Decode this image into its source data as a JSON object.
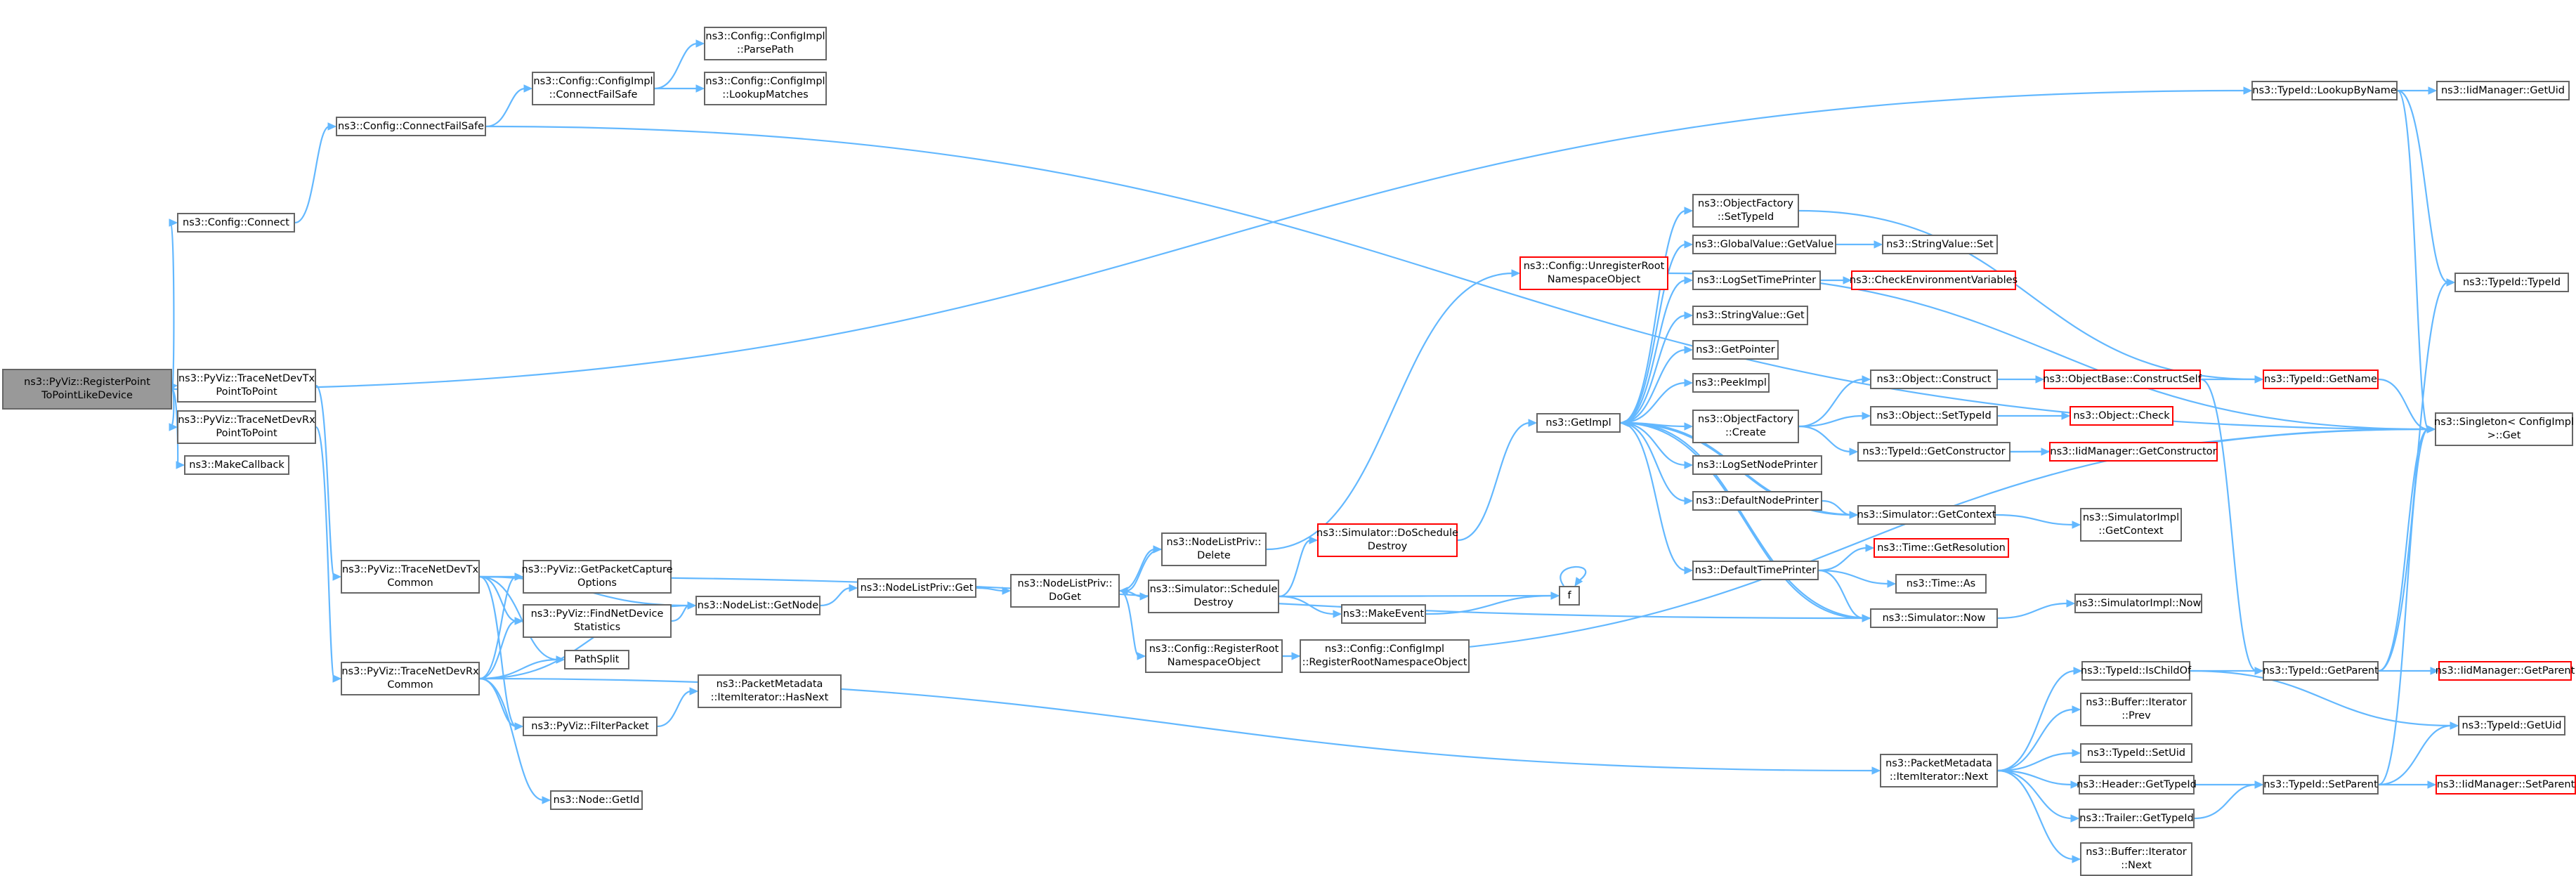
{
  "graph": {
    "edge_color": "#63b8ff",
    "node_border_color": "#666666",
    "truncated_border_color": "#ff0000",
    "current_node_fill": "#999999",
    "nodes": [
      {
        "id": "root",
        "label": "ns3::PyViz::RegisterPoint\nToPointLikeDevice",
        "kind": "current"
      },
      {
        "id": "cfg_connect",
        "label": "ns3::Config::Connect",
        "kind": "normal"
      },
      {
        "id": "cfg_cfs",
        "label": "ns3::Config::ConnectFailSafe",
        "kind": "normal"
      },
      {
        "id": "impl_cfs",
        "label": "ns3::Config::ConfigImpl\n::ConnectFailSafe",
        "kind": "normal"
      },
      {
        "id": "impl_parse",
        "label": "ns3::Config::ConfigImpl\n::ParsePath",
        "kind": "normal"
      },
      {
        "id": "impl_lookup",
        "label": "ns3::Config::ConfigImpl\n::LookupMatches",
        "kind": "normal"
      },
      {
        "id": "tid_lookup",
        "label": "ns3::TypeId::LookupByName",
        "kind": "normal"
      },
      {
        "id": "iidm_getuid",
        "label": "ns3::IidManager::GetUid",
        "kind": "normal"
      },
      {
        "id": "tid_typeid",
        "label": "ns3::TypeId::TypeId",
        "kind": "normal"
      },
      {
        "id": "singleton",
        "label": "ns3::Singleton< ConfigImpl\n>::Get",
        "kind": "normal"
      },
      {
        "id": "tx_p2p",
        "label": "ns3::PyViz::TraceNetDevTx\nPointToPoint",
        "kind": "normal"
      },
      {
        "id": "rx_p2p",
        "label": "ns3::PyViz::TraceNetDevRx\nPointToPoint",
        "kind": "normal"
      },
      {
        "id": "makecb",
        "label": "ns3::MakeCallback",
        "kind": "normal"
      },
      {
        "id": "tx_common",
        "label": "ns3::PyViz::TraceNetDevTx\nCommon",
        "kind": "normal"
      },
      {
        "id": "rx_common",
        "label": "ns3::PyViz::TraceNetDevRx\nCommon",
        "kind": "normal"
      },
      {
        "id": "gpco",
        "label": "ns3::PyViz::GetPacketCapture\nOptions",
        "kind": "normal"
      },
      {
        "id": "fnds",
        "label": "ns3::PyViz::FindNetDevice\nStatistics",
        "kind": "normal"
      },
      {
        "id": "pathsplit",
        "label": "PathSplit",
        "kind": "normal"
      },
      {
        "id": "filter",
        "label": "ns3::PyViz::FilterPacket",
        "kind": "normal"
      },
      {
        "id": "node_getid",
        "label": "ns3::Node::GetId",
        "kind": "normal"
      },
      {
        "id": "nl_getnode",
        "label": "ns3::NodeList::GetNode",
        "kind": "normal"
      },
      {
        "id": "nlp_get",
        "label": "ns3::NodeListPriv::Get",
        "kind": "normal"
      },
      {
        "id": "nlp_doget",
        "label": "ns3::NodeListPriv::\nDoGet",
        "kind": "normal"
      },
      {
        "id": "nlp_delete",
        "label": "ns3::NodeListPriv::\nDelete",
        "kind": "normal"
      },
      {
        "id": "sim_sched_destroy",
        "label": "ns3::Simulator::Schedule\nDestroy",
        "kind": "normal"
      },
      {
        "id": "cfg_regroot",
        "label": "ns3::Config::RegisterRoot\nNamespaceObject",
        "kind": "normal"
      },
      {
        "id": "impl_regroot",
        "label": "ns3::Config::ConfigImpl\n::RegisterRootNamespaceObject",
        "kind": "normal"
      },
      {
        "id": "pm_hasnext",
        "label": "ns3::PacketMetadata\n::ItemIterator::HasNext",
        "kind": "normal"
      },
      {
        "id": "sim_dosched_destroy",
        "label": "ns3::Simulator::DoSchedule\nDestroy",
        "kind": "truncated"
      },
      {
        "id": "cfg_unreg",
        "label": "ns3::Config::UnregisterRoot\nNamespaceObject",
        "kind": "truncated"
      },
      {
        "id": "makeevent",
        "label": "ns3::MakeEvent",
        "kind": "normal"
      },
      {
        "id": "f",
        "label": "f",
        "kind": "normal"
      },
      {
        "id": "getimpl",
        "label": "ns3::GetImpl",
        "kind": "normal"
      },
      {
        "id": "of_settypeid",
        "label": "ns3::ObjectFactory\n::SetTypeId",
        "kind": "normal"
      },
      {
        "id": "gv_getvalue",
        "label": "ns3::GlobalValue::GetValue",
        "kind": "normal"
      },
      {
        "id": "sv_set",
        "label": "ns3::StringValue::Set",
        "kind": "normal"
      },
      {
        "id": "logsettime",
        "label": "ns3::LogSetTimePrinter",
        "kind": "normal"
      },
      {
        "id": "checkenv",
        "label": "ns3::CheckEnvironmentVariables",
        "kind": "truncated"
      },
      {
        "id": "sv_get",
        "label": "ns3::StringValue::Get",
        "kind": "normal"
      },
      {
        "id": "getpointer",
        "label": "ns3::GetPointer",
        "kind": "normal"
      },
      {
        "id": "peekimpl",
        "label": "ns3::PeekImpl",
        "kind": "normal"
      },
      {
        "id": "of_create",
        "label": "ns3::ObjectFactory\n::Create",
        "kind": "normal"
      },
      {
        "id": "logsetnode",
        "label": "ns3::LogSetNodePrinter",
        "kind": "normal"
      },
      {
        "id": "defnode",
        "label": "ns3::DefaultNodePrinter",
        "kind": "normal"
      },
      {
        "id": "deftime",
        "label": "ns3::DefaultTimePrinter",
        "kind": "normal"
      },
      {
        "id": "obj_construct",
        "label": "ns3::Object::Construct",
        "kind": "normal"
      },
      {
        "id": "ob_constructself",
        "label": "ns3::ObjectBase::ConstructSelf",
        "kind": "truncated"
      },
      {
        "id": "tid_getname",
        "label": "ns3::TypeId::GetName",
        "kind": "truncated"
      },
      {
        "id": "obj_settypeid",
        "label": "ns3::Object::SetTypeId",
        "kind": "normal"
      },
      {
        "id": "obj_check",
        "label": "ns3::Object::Check",
        "kind": "truncated"
      },
      {
        "id": "tid_getctor",
        "label": "ns3::TypeId::GetConstructor",
        "kind": "normal"
      },
      {
        "id": "iidm_getctor",
        "label": "ns3::IidManager::GetConstructor",
        "kind": "truncated"
      },
      {
        "id": "sim_getctx",
        "label": "ns3::Simulator::GetContext",
        "kind": "normal"
      },
      {
        "id": "simimpl_getctx",
        "label": "ns3::SimulatorImpl\n::GetContext",
        "kind": "normal"
      },
      {
        "id": "time_getres",
        "label": "ns3::Time::GetResolution",
        "kind": "truncated"
      },
      {
        "id": "time_as",
        "label": "ns3::Time::As",
        "kind": "normal"
      },
      {
        "id": "sim_now",
        "label": "ns3::Simulator::Now",
        "kind": "normal"
      },
      {
        "id": "simimpl_now",
        "label": "ns3::SimulatorImpl::Now",
        "kind": "normal"
      },
      {
        "id": "tid_ischildof",
        "label": "ns3::TypeId::IsChildOf",
        "kind": "normal"
      },
      {
        "id": "tid_getparent",
        "label": "ns3::TypeId::GetParent",
        "kind": "normal"
      },
      {
        "id": "iidm_getparent",
        "label": "ns3::IidManager::GetParent",
        "kind": "truncated"
      },
      {
        "id": "buf_prev",
        "label": "ns3::Buffer::Iterator\n::Prev",
        "kind": "normal"
      },
      {
        "id": "tid_getuid",
        "label": "ns3::TypeId::GetUid",
        "kind": "normal"
      },
      {
        "id": "tid_setuid",
        "label": "ns3::TypeId::SetUid",
        "kind": "normal"
      },
      {
        "id": "pm_next",
        "label": "ns3::PacketMetadata\n::ItemIterator::Next",
        "kind": "normal"
      },
      {
        "id": "hdr_gettid",
        "label": "ns3::Header::GetTypeId",
        "kind": "normal"
      },
      {
        "id": "tid_setparent",
        "label": "ns3::TypeId::SetParent",
        "kind": "normal"
      },
      {
        "id": "iidm_setparent",
        "label": "ns3::IidManager::SetParent",
        "kind": "truncated"
      },
      {
        "id": "trl_gettid",
        "label": "ns3::Trailer::GetTypeId",
        "kind": "normal"
      },
      {
        "id": "buf_next",
        "label": "ns3::Buffer::Iterator\n::Next",
        "kind": "normal"
      }
    ],
    "edges": [
      [
        "root",
        "tid_lookup"
      ],
      [
        "root",
        "cfg_connect"
      ],
      [
        "root",
        "tx_p2p"
      ],
      [
        "root",
        "rx_p2p"
      ],
      [
        "root",
        "makecb"
      ],
      [
        "cfg_connect",
        "cfg_cfs"
      ],
      [
        "cfg_cfs",
        "impl_cfs"
      ],
      [
        "cfg_cfs",
        "singleton"
      ],
      [
        "impl_cfs",
        "impl_parse"
      ],
      [
        "impl_cfs",
        "impl_lookup"
      ],
      [
        "tid_lookup",
        "iidm_getuid"
      ],
      [
        "tid_lookup",
        "tid_typeid"
      ],
      [
        "tid_lookup",
        "singleton"
      ],
      [
        "tx_p2p",
        "tx_common"
      ],
      [
        "rx_p2p",
        "rx_common"
      ],
      [
        "tx_common",
        "gpco"
      ],
      [
        "tx_common",
        "fnds"
      ],
      [
        "tx_common",
        "pathsplit"
      ],
      [
        "tx_common",
        "filter"
      ],
      [
        "tx_common",
        "nl_getnode"
      ],
      [
        "tx_common",
        "sim_now"
      ],
      [
        "rx_common",
        "gpco"
      ],
      [
        "rx_common",
        "fnds"
      ],
      [
        "rx_common",
        "pathsplit"
      ],
      [
        "rx_common",
        "filter"
      ],
      [
        "rx_common",
        "nl_getnode"
      ],
      [
        "rx_common",
        "node_getid"
      ],
      [
        "rx_common",
        "pm_next"
      ],
      [
        "fnds",
        "nl_getnode"
      ],
      [
        "filter",
        "pm_hasnext"
      ],
      [
        "nl_getnode",
        "nlp_get"
      ],
      [
        "nlp_get",
        "nlp_doget"
      ],
      [
        "nlp_doget",
        "nlp_delete"
      ],
      [
        "nlp_doget",
        "sim_sched_destroy"
      ],
      [
        "nlp_doget",
        "cfg_regroot"
      ],
      [
        "nlp_delete",
        "nlp_doget"
      ],
      [
        "nlp_delete",
        "cfg_unreg"
      ],
      [
        "sim_sched_destroy",
        "sim_dosched_destroy"
      ],
      [
        "sim_sched_destroy",
        "makeevent"
      ],
      [
        "sim_sched_destroy",
        "f"
      ],
      [
        "cfg_regroot",
        "impl_regroot"
      ],
      [
        "cfg_regroot",
        "singleton"
      ],
      [
        "makeevent",
        "f"
      ],
      [
        "f",
        "f"
      ],
      [
        "sim_dosched_destroy",
        "getimpl"
      ],
      [
        "cfg_unreg",
        "singleton"
      ],
      [
        "getimpl",
        "of_settypeid"
      ],
      [
        "getimpl",
        "gv_getvalue"
      ],
      [
        "getimpl",
        "logsettime"
      ],
      [
        "getimpl",
        "sv_get"
      ],
      [
        "getimpl",
        "getpointer"
      ],
      [
        "getimpl",
        "peekimpl"
      ],
      [
        "getimpl",
        "of_create"
      ],
      [
        "getimpl",
        "logsetnode"
      ],
      [
        "getimpl",
        "defnode"
      ],
      [
        "getimpl",
        "deftime"
      ],
      [
        "getimpl",
        "sim_now"
      ],
      [
        "getimpl",
        "sim_getctx"
      ],
      [
        "of_settypeid",
        "tid_getname"
      ],
      [
        "gv_getvalue",
        "sv_set"
      ],
      [
        "logsettime",
        "checkenv"
      ],
      [
        "of_create",
        "obj_construct"
      ],
      [
        "of_create",
        "obj_settypeid"
      ],
      [
        "of_create",
        "tid_getctor"
      ],
      [
        "obj_construct",
        "ob_constructself"
      ],
      [
        "ob_constructself",
        "tid_getname"
      ],
      [
        "ob_constructself",
        "tid_getparent"
      ],
      [
        "obj_settypeid",
        "obj_check"
      ],
      [
        "tid_getctor",
        "iidm_getctor"
      ],
      [
        "tid_getctor",
        "singleton"
      ],
      [
        "tid_getname",
        "singleton"
      ],
      [
        "defnode",
        "sim_getctx"
      ],
      [
        "sim_getctx",
        "simimpl_getctx"
      ],
      [
        "sim_getctx",
        "getimpl"
      ],
      [
        "deftime",
        "time_getres"
      ],
      [
        "deftime",
        "time_as"
      ],
      [
        "deftime",
        "sim_now"
      ],
      [
        "sim_now",
        "simimpl_now"
      ],
      [
        "sim_now",
        "getimpl"
      ],
      [
        "pm_next",
        "tid_ischildof"
      ],
      [
        "pm_next",
        "buf_prev"
      ],
      [
        "pm_next",
        "tid_setuid"
      ],
      [
        "pm_next",
        "hdr_gettid"
      ],
      [
        "pm_next",
        "trl_gettid"
      ],
      [
        "pm_next",
        "buf_next"
      ],
      [
        "tid_ischildof",
        "tid_getparent"
      ],
      [
        "tid_ischildof",
        "tid_getuid"
      ],
      [
        "tid_getparent",
        "iidm_getparent"
      ],
      [
        "tid_getparent",
        "tid_typeid"
      ],
      [
        "tid_getparent",
        "singleton"
      ],
      [
        "hdr_gettid",
        "tid_setparent"
      ],
      [
        "trl_gettid",
        "tid_setparent"
      ],
      [
        "tid_setparent",
        "iidm_setparent"
      ],
      [
        "tid_setparent",
        "tid_getuid"
      ],
      [
        "tid_setparent",
        "singleton"
      ]
    ]
  }
}
